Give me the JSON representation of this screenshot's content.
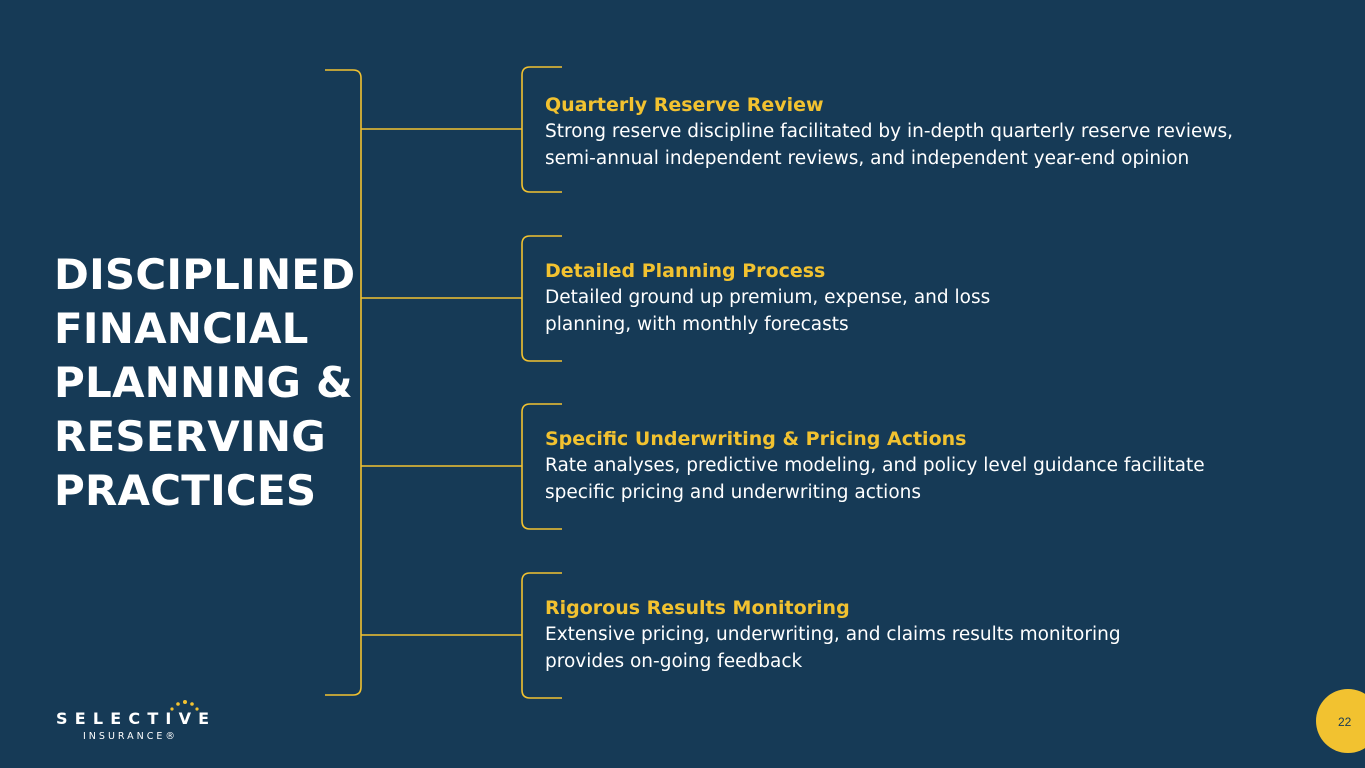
{
  "slide": {
    "title_lines": [
      "DISCIPLINED",
      "FINANCIAL",
      "PLANNING &",
      "RESERVING",
      "PRACTICES"
    ],
    "page_number": "22",
    "accent_color": "#f2c230",
    "background_color": "#163a56"
  },
  "items": [
    {
      "title": "Quarterly Reserve Review",
      "desc_lines": [
        "Strong reserve discipline facilitated by in-depth quarterly reserve reviews,",
        "semi-annual independent reviews, and independent year-end opinion"
      ]
    },
    {
      "title": "Detailed Planning Process",
      "desc_lines": [
        "Detailed ground up premium, expense, and loss",
        "planning, with monthly forecasts"
      ]
    },
    {
      "title": "Specific Underwriting & Pricing Actions",
      "desc_lines": [
        "Rate analyses, predictive modeling, and policy level guidance facilitate",
        "specific pricing and underwriting actions"
      ]
    },
    {
      "title": "Rigorous Results Monitoring",
      "desc_lines": [
        "Extensive pricing, underwriting, and claims results monitoring",
        "provides on-going feedback"
      ]
    }
  ],
  "logo": {
    "wordmark": "SELECTIVE",
    "subtitle": "INSURANCE®"
  }
}
